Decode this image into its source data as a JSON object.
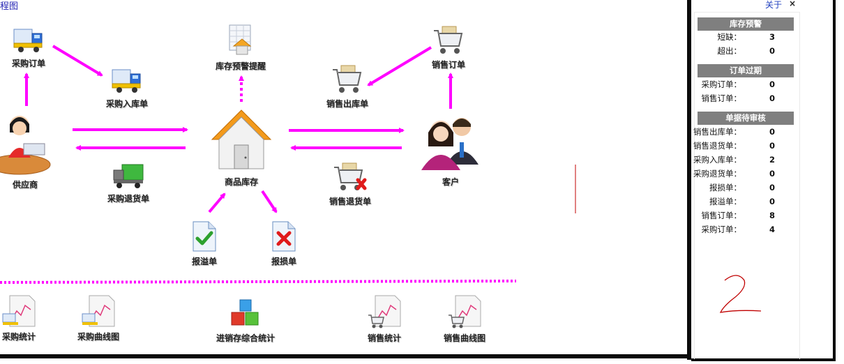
{
  "title_fragment": "程图",
  "nodes": {
    "purchase_order": "采购订单",
    "purchase_in": "采购入库单",
    "stock_alert": "库存预警提醒",
    "sales_out": "销售出库单",
    "sales_order": "销售订单",
    "supplier": "供应商",
    "warehouse": "商品库存",
    "customer": "客户",
    "purchase_return": "采购退货单",
    "sales_return": "销售退货单",
    "overflow": "报溢单",
    "damage": "报损单"
  },
  "stats": {
    "purchase_stats": "采购统计",
    "purchase_curve": "采购曲线图",
    "summary": "进销存综合统计",
    "sales_stats": "销售统计",
    "sales_curve": "销售曲线图"
  },
  "sidebar": {
    "about": "关于",
    "close": "×",
    "sections": [
      {
        "title": "库存预警",
        "rows": [
          {
            "label": "短缺：",
            "value": "3"
          },
          {
            "label": "超出：",
            "value": "0"
          }
        ]
      },
      {
        "title": "订单过期",
        "rows": [
          {
            "label": "采购订单：",
            "value": "0"
          },
          {
            "label": "销售订单：",
            "value": "0"
          }
        ]
      },
      {
        "title": "单据待审核",
        "rows": [
          {
            "label": "销售出库单：",
            "value": "0"
          },
          {
            "label": "销售退货单：",
            "value": "0"
          },
          {
            "label": "采购入库单：",
            "value": "2"
          },
          {
            "label": "采购退货单：",
            "value": "0"
          },
          {
            "label": "报损单：",
            "value": "0"
          },
          {
            "label": "报溢单：",
            "value": "0"
          },
          {
            "label": "销售订单：",
            "value": "8"
          },
          {
            "label": "采购订单：",
            "value": "4"
          }
        ]
      }
    ]
  }
}
